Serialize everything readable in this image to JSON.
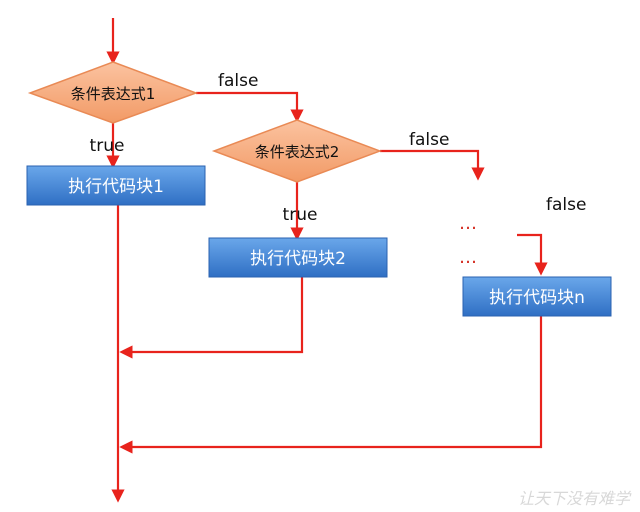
{
  "diagram": {
    "conditions": [
      {
        "label": "条件表达式1"
      },
      {
        "label": "条件表达式2"
      }
    ],
    "blocks": [
      {
        "label": "执行代码块1"
      },
      {
        "label": "执行代码块2"
      },
      {
        "label": "执行代码块n"
      }
    ],
    "branch_labels": {
      "true_1": "true",
      "true_2": "true",
      "false_1": "false",
      "false_2": "false",
      "false_n": "false"
    },
    "ellipsis": [
      "…",
      "…"
    ],
    "watermark": "让天下没有难学"
  },
  "colors": {
    "arrow": "#e8231c",
    "diamond_fill": "#f5a77a",
    "diamond_stroke": "#e98a55",
    "block_fill_top": "#5b9be0",
    "block_fill_bottom": "#2f6fc4",
    "block_stroke": "#2a62b0",
    "text": "#111111",
    "block_text": "#ffffff",
    "watermark": "#d8d8d8"
  }
}
